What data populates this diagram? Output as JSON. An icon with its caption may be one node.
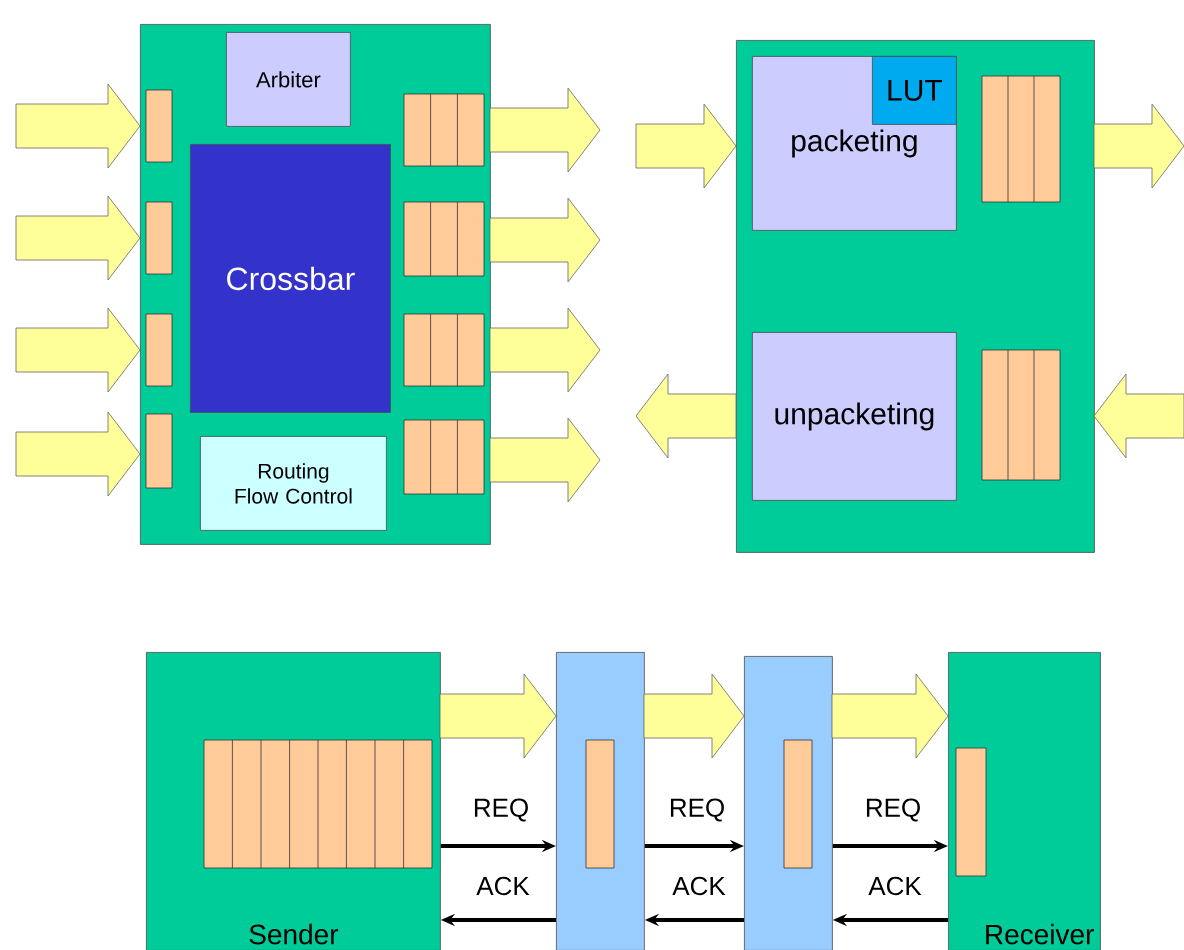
{
  "diagram": {
    "nodes": [
      {
        "text": [],
        "shape": "box"
      },
      {
        "text": [
          "Arbiter"
        ],
        "in": 0
      },
      {
        "text": [
          "Crossbar"
        ],
        "in": 0
      },
      {
        "text": [
          "Routing Flow Control"
        ],
        "in": 0
      },
      {
        "text": [],
        "shape": "box"
      },
      {
        "text": [
          "packeting"
        ],
        "in": 4
      },
      {
        "text": [
          "LUT"
        ],
        "in": 5
      },
      {
        "text": [
          "unpacketing"
        ],
        "in": 4
      },
      {
        "text": [
          "Sender"
        ]
      },
      {
        "text": [],
        "shape": "box"
      },
      {
        "text": [],
        "shape": "box"
      },
      {
        "text": [
          "Receiver"
        ]
      }
    ],
    "edges": [
      {
        "from": null,
        "to": 0,
        "arrow": "to",
        "style": "thick",
        "color": "#ffff99"
      },
      {
        "from": null,
        "to": 0,
        "arrow": "to",
        "style": "thick",
        "color": "#ffff99"
      },
      {
        "from": null,
        "to": 0,
        "arrow": "to",
        "style": "thick",
        "color": "#ffff99"
      },
      {
        "from": null,
        "to": 0,
        "arrow": "to",
        "style": "thick",
        "color": "#ffff99"
      },
      {
        "from": 0,
        "to": null,
        "arrow": "to",
        "style": "thick",
        "color": "#ffff99"
      },
      {
        "from": 0,
        "to": null,
        "arrow": "to",
        "style": "thick",
        "color": "#ffff99"
      },
      {
        "from": 0,
        "to": null,
        "arrow": "to",
        "style": "thick",
        "color": "#ffff99"
      },
      {
        "from": 0,
        "to": null,
        "arrow": "to",
        "style": "thick",
        "color": "#ffff99"
      },
      {
        "from": null,
        "to": 4,
        "arrow": "to",
        "style": "thick",
        "color": "#ffff99"
      },
      {
        "from": 4,
        "to": null,
        "arrow": "to",
        "style": "thick",
        "color": "#ffff99"
      },
      {
        "from": 4,
        "to": null,
        "arrow": "to",
        "style": "thick",
        "color": "#ffff99"
      },
      {
        "from": null,
        "to": 4,
        "arrow": "to",
        "style": "thick",
        "color": "#ffff99"
      },
      {
        "from": 8,
        "to": 9,
        "arrow": "to",
        "style": "thick",
        "color": "#ffff99"
      },
      {
        "from": 9,
        "to": 10,
        "arrow": "to",
        "style": "thick",
        "color": "#ffff99"
      },
      {
        "from": 10,
        "to": 11,
        "arrow": "to",
        "style": "thick",
        "color": "#ffff99"
      },
      {
        "from": 8,
        "to": 9,
        "arrow": "to",
        "label": "REQ"
      },
      {
        "from": 9,
        "to": 8,
        "arrow": "to",
        "label": "ACK"
      },
      {
        "from": 9,
        "to": 10,
        "arrow": "to",
        "label": "REQ"
      },
      {
        "from": 10,
        "to": 9,
        "arrow": "to",
        "label": "ACK"
      },
      {
        "from": 10,
        "to": 11,
        "arrow": "to",
        "label": "REQ"
      },
      {
        "from": 11,
        "to": 10,
        "arrow": "to",
        "label": "ACK"
      }
    ]
  }
}
